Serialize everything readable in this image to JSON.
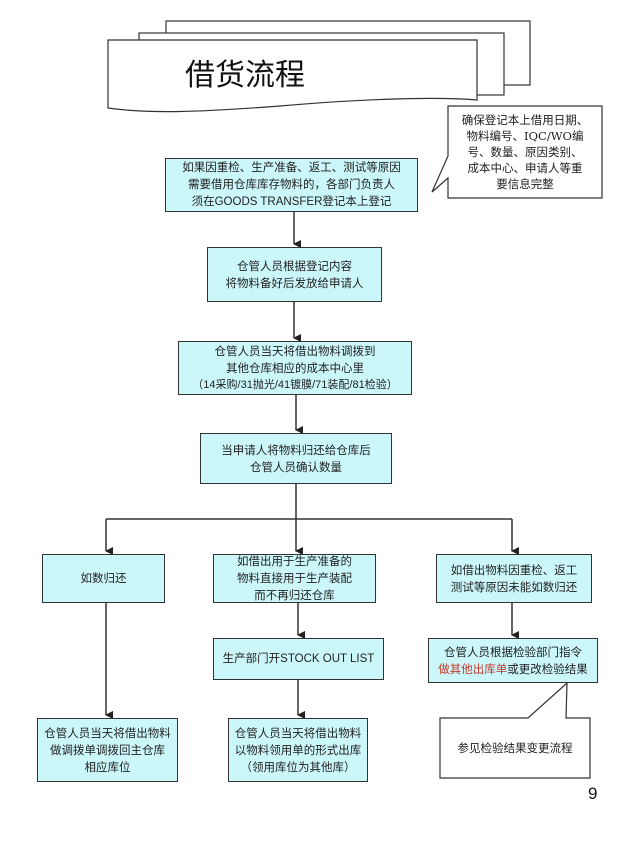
{
  "title": "借货流程",
  "page_number": "9",
  "callout_top": {
    "lines": [
      "确保登记本上借用日期、",
      "物料编号、IQC/WO编",
      "号、数量、原因类别、",
      "成本中心、申请人等重",
      "要信息完整"
    ]
  },
  "steps": {
    "step1": {
      "lines": [
        "如果因重检、生产准备、返工、测试等原因",
        "需要借用仓库库存物料的，各部门负责人"
      ],
      "line3_prefix": "须在",
      "line3_en": "GOODS TRANSFER",
      "line3_suffix": "登记本上登记"
    },
    "step2": {
      "lines": [
        "仓管人员根据登记内容",
        "将物料备好后发放给申请人"
      ]
    },
    "step3": {
      "lines": [
        "仓管人员当天将借出物料调拨到",
        "其他仓库相应的成本中心里",
        "（14采购/31抛光/41镀膜/71装配/81检验）"
      ]
    },
    "step4": {
      "lines": [
        "当申请人将物料归还给仓库后",
        "仓管人员确认数量"
      ]
    }
  },
  "branches": {
    "left": {
      "condition": {
        "lines": [
          "如数归还"
        ]
      },
      "result": {
        "lines": [
          "仓管人员当天将借出物料",
          "做调拨单调拨回主仓库",
          "相应库位"
        ]
      }
    },
    "middle": {
      "condition": {
        "lines": [
          "如借出用于生产准备的",
          "物料直接用于生产装配",
          "而不再归还仓库"
        ]
      },
      "action": {
        "prefix": "生产部门开",
        "en": "STOCK OUT LIST"
      },
      "result": {
        "lines": [
          "仓管人员当天将借出物料",
          "以物料领用单的形式出库",
          "（领用库位为其他库）"
        ]
      }
    },
    "right": {
      "condition": {
        "lines": [
          "如借出物料因重检、返工",
          "测试等原因未能如数归还"
        ]
      },
      "action": {
        "line1": "仓管人员根据检验部门指令",
        "highlight": "做其他出库单",
        "suffix": "或更改检验结果",
        "highlight_color": "#c0392b"
      },
      "callout": {
        "lines": [
          "参见检验结果变更流程"
        ]
      }
    }
  },
  "colors": {
    "box_fill": "#ccf7fa",
    "border": "#333333",
    "highlight": "#c0392b"
  }
}
